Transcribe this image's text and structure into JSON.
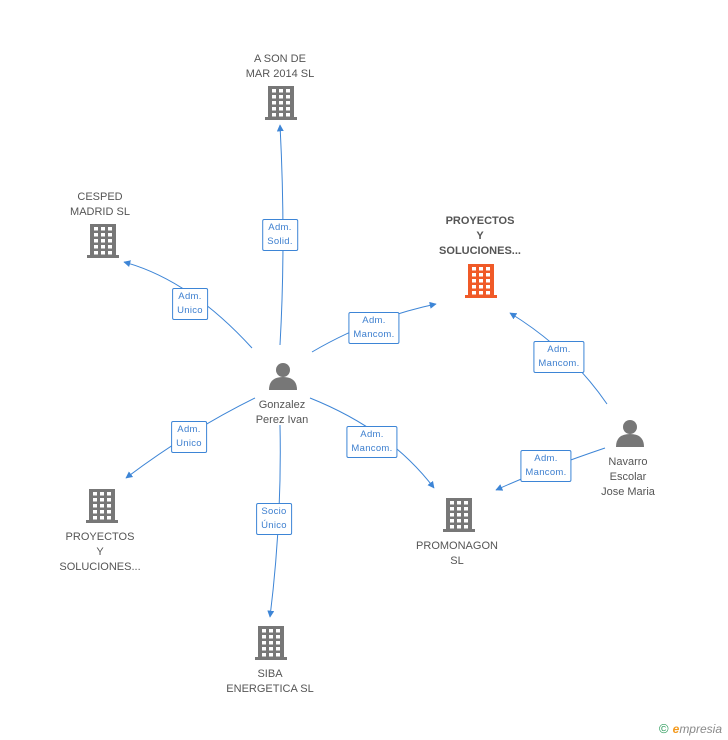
{
  "colors": {
    "edge": "#3d85d6",
    "node": "#777777",
    "highlight": "#f05a28"
  },
  "nodes": [
    {
      "id": "ason",
      "type": "company",
      "label": "A SON DE\nMAR 2014  SL"
    },
    {
      "id": "cesped",
      "type": "company",
      "label": "CESPED\nMADRID SL"
    },
    {
      "id": "proyectos_hl",
      "type": "company",
      "highlight": true,
      "label": "PROYECTOS\nY\nSOLUCIONES..."
    },
    {
      "id": "gonzalez",
      "type": "person",
      "label": "Gonzalez\nPerez Ivan"
    },
    {
      "id": "navarro",
      "type": "person",
      "label": "Navarro\nEscolar\nJose Maria"
    },
    {
      "id": "proyectos2",
      "type": "company",
      "label": "PROYECTOS\nY\nSOLUCIONES..."
    },
    {
      "id": "promonagon",
      "type": "company",
      "label": "PROMONAGON\nSL"
    },
    {
      "id": "siba",
      "type": "company",
      "label": "SIBA\nENERGETICA SL"
    }
  ],
  "edges": [
    {
      "id": "e1",
      "from": "gonzalez",
      "to": "ason",
      "label": "Adm.\nSolid."
    },
    {
      "id": "e2",
      "from": "gonzalez",
      "to": "cesped",
      "label": "Adm.\nUnico"
    },
    {
      "id": "e3",
      "from": "gonzalez",
      "to": "proyectos_hl",
      "label": "Adm.\nMancom."
    },
    {
      "id": "e4",
      "from": "gonzalez",
      "to": "proyectos2",
      "label": "Adm.\nUnico"
    },
    {
      "id": "e5",
      "from": "gonzalez",
      "to": "promonagon",
      "label": "Adm.\nMancom."
    },
    {
      "id": "e6",
      "from": "gonzalez",
      "to": "siba",
      "label": "Socio\nÚnico"
    },
    {
      "id": "e7",
      "from": "navarro",
      "to": "proyectos_hl",
      "label": "Adm.\nMancom."
    },
    {
      "id": "e8",
      "from": "navarro",
      "to": "promonagon",
      "label": "Adm.\nMancom."
    }
  ],
  "footer": {
    "copyright": "©",
    "brand_initial": "e",
    "brand_rest": "mpresia"
  }
}
